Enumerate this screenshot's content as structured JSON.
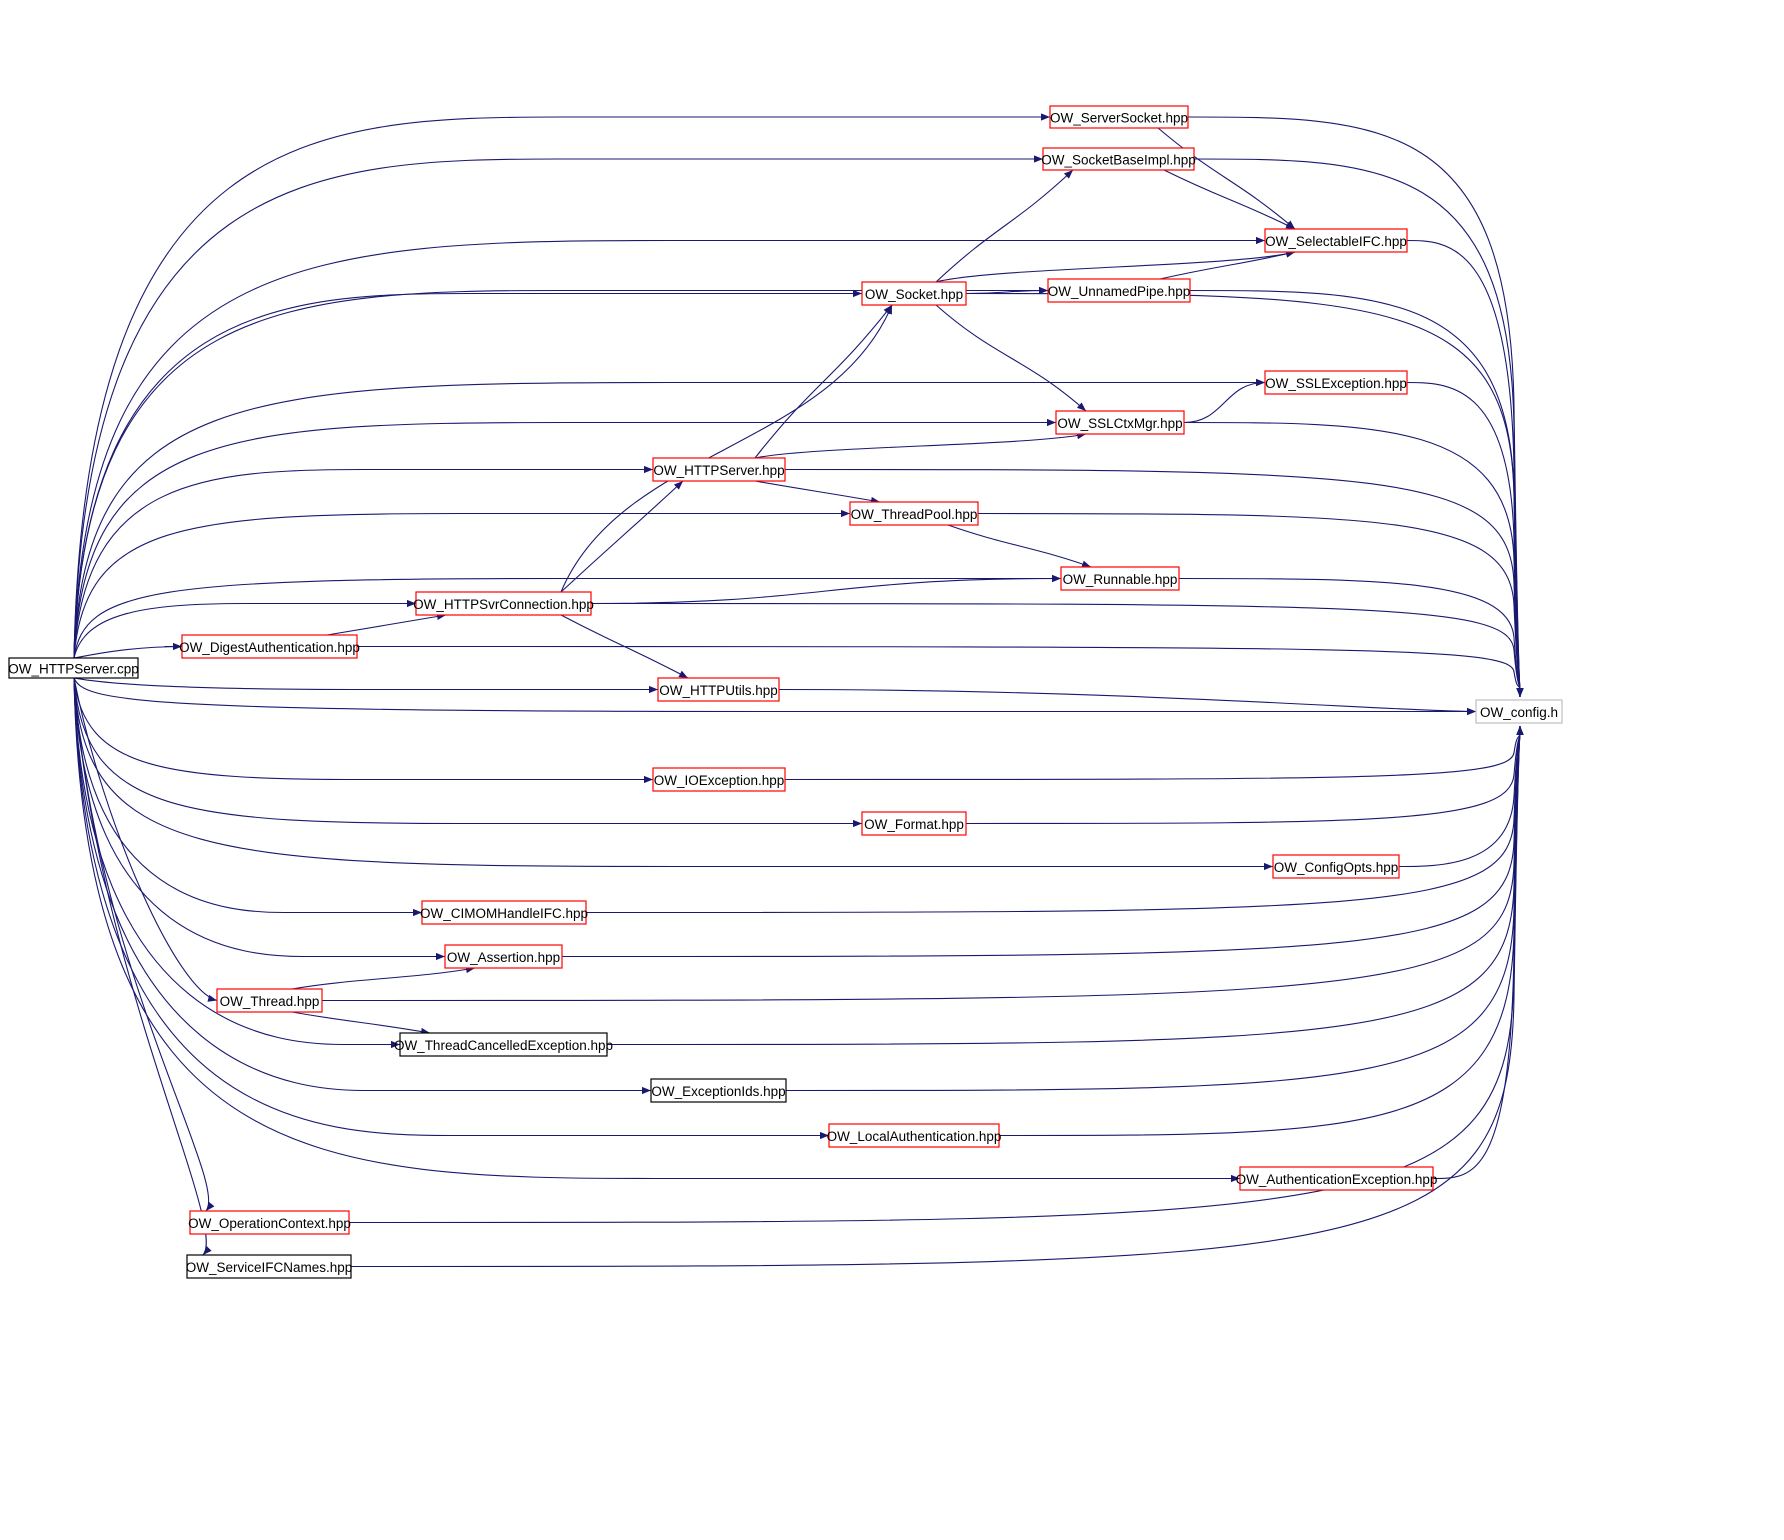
{
  "colors": {
    "edge": "#191970",
    "node_border_red": "#ff0000",
    "node_border_black": "#000000",
    "node_border_gray": "#bfbfbf",
    "root_fill": "#000000",
    "root_text": "#ffffff"
  },
  "graph": {
    "root": "OW_HTTPServer.cpp",
    "nodes": [
      {
        "id": "n0",
        "label": "OW_HTTPServer.cpp",
        "style": "root"
      },
      {
        "id": "n1",
        "label": "OW_ServerSocket.hpp",
        "style": "red"
      },
      {
        "id": "n2",
        "label": "OW_SocketBaseImpl.hpp",
        "style": "red"
      },
      {
        "id": "n3",
        "label": "OW_SelectableIFC.hpp",
        "style": "red"
      },
      {
        "id": "n4",
        "label": "OW_Socket.hpp",
        "style": "red"
      },
      {
        "id": "n5",
        "label": "OW_UnnamedPipe.hpp",
        "style": "red"
      },
      {
        "id": "n6",
        "label": "OW_SSLException.hpp",
        "style": "red"
      },
      {
        "id": "n7",
        "label": "OW_SSLCtxMgr.hpp",
        "style": "red"
      },
      {
        "id": "n8",
        "label": "OW_HTTPServer.hpp",
        "style": "red"
      },
      {
        "id": "n9",
        "label": "OW_ThreadPool.hpp",
        "style": "red"
      },
      {
        "id": "n10",
        "label": "OW_Runnable.hpp",
        "style": "red"
      },
      {
        "id": "n11",
        "label": "OW_HTTPSvrConnection.hpp",
        "style": "red"
      },
      {
        "id": "n12",
        "label": "OW_DigestAuthentication.hpp",
        "style": "red"
      },
      {
        "id": "n13",
        "label": "OW_HTTPUtils.hpp",
        "style": "red"
      },
      {
        "id": "n14",
        "label": "OW_config.h",
        "style": "gray"
      },
      {
        "id": "n15",
        "label": "OW_IOException.hpp",
        "style": "red"
      },
      {
        "id": "n16",
        "label": "OW_Format.hpp",
        "style": "red"
      },
      {
        "id": "n17",
        "label": "OW_ConfigOpts.hpp",
        "style": "red"
      },
      {
        "id": "n18",
        "label": "OW_CIMOMHandleIFC.hpp",
        "style": "red"
      },
      {
        "id": "n19",
        "label": "OW_Assertion.hpp",
        "style": "red"
      },
      {
        "id": "n20",
        "label": "OW_Thread.hpp",
        "style": "red"
      },
      {
        "id": "n21",
        "label": "OW_ThreadCancelledException.hpp",
        "style": "black"
      },
      {
        "id": "n22",
        "label": "OW_ExceptionIds.hpp",
        "style": "black"
      },
      {
        "id": "n23",
        "label": "OW_LocalAuthentication.hpp",
        "style": "red"
      },
      {
        "id": "n24",
        "label": "OW_AuthenticationException.hpp",
        "style": "red"
      },
      {
        "id": "n25",
        "label": "OW_OperationContext.hpp",
        "style": "red"
      },
      {
        "id": "n26",
        "label": "OW_ServiceIFCNames.hpp",
        "style": "black"
      }
    ],
    "edges": [
      [
        "n0",
        "n1"
      ],
      [
        "n0",
        "n2"
      ],
      [
        "n0",
        "n3"
      ],
      [
        "n0",
        "n4"
      ],
      [
        "n0",
        "n5"
      ],
      [
        "n0",
        "n6"
      ],
      [
        "n0",
        "n7"
      ],
      [
        "n0",
        "n8"
      ],
      [
        "n0",
        "n9"
      ],
      [
        "n0",
        "n10"
      ],
      [
        "n0",
        "n11"
      ],
      [
        "n0",
        "n12"
      ],
      [
        "n0",
        "n13"
      ],
      [
        "n0",
        "n14"
      ],
      [
        "n0",
        "n15"
      ],
      [
        "n0",
        "n16"
      ],
      [
        "n0",
        "n17"
      ],
      [
        "n0",
        "n18"
      ],
      [
        "n0",
        "n19"
      ],
      [
        "n0",
        "n20"
      ],
      [
        "n0",
        "n21"
      ],
      [
        "n0",
        "n22"
      ],
      [
        "n0",
        "n23"
      ],
      [
        "n0",
        "n24"
      ],
      [
        "n0",
        "n25"
      ],
      [
        "n0",
        "n26"
      ],
      [
        "n1",
        "n3"
      ],
      [
        "n1",
        "n14"
      ],
      [
        "n2",
        "n3"
      ],
      [
        "n2",
        "n14"
      ],
      [
        "n3",
        "n14"
      ],
      [
        "n4",
        "n2"
      ],
      [
        "n4",
        "n3"
      ],
      [
        "n4",
        "n5"
      ],
      [
        "n4",
        "n7"
      ],
      [
        "n4",
        "n14"
      ],
      [
        "n5",
        "n3"
      ],
      [
        "n5",
        "n14"
      ],
      [
        "n6",
        "n14"
      ],
      [
        "n7",
        "n6"
      ],
      [
        "n7",
        "n14"
      ],
      [
        "n8",
        "n4"
      ],
      [
        "n8",
        "n7"
      ],
      [
        "n8",
        "n9"
      ],
      [
        "n8",
        "n14"
      ],
      [
        "n9",
        "n10"
      ],
      [
        "n9",
        "n14"
      ],
      [
        "n10",
        "n14"
      ],
      [
        "n11",
        "n4"
      ],
      [
        "n11",
        "n8"
      ],
      [
        "n11",
        "n10"
      ],
      [
        "n11",
        "n13"
      ],
      [
        "n11",
        "n14"
      ],
      [
        "n12",
        "n11"
      ],
      [
        "n12",
        "n14"
      ],
      [
        "n13",
        "n14"
      ],
      [
        "n15",
        "n14"
      ],
      [
        "n16",
        "n14"
      ],
      [
        "n17",
        "n14"
      ],
      [
        "n18",
        "n14"
      ],
      [
        "n19",
        "n14"
      ],
      [
        "n20",
        "n19"
      ],
      [
        "n20",
        "n21"
      ],
      [
        "n20",
        "n14"
      ],
      [
        "n21",
        "n14"
      ],
      [
        "n22",
        "n14"
      ],
      [
        "n23",
        "n14"
      ],
      [
        "n24",
        "n14"
      ],
      [
        "n25",
        "n14"
      ],
      [
        "n26",
        "n14"
      ]
    ]
  }
}
